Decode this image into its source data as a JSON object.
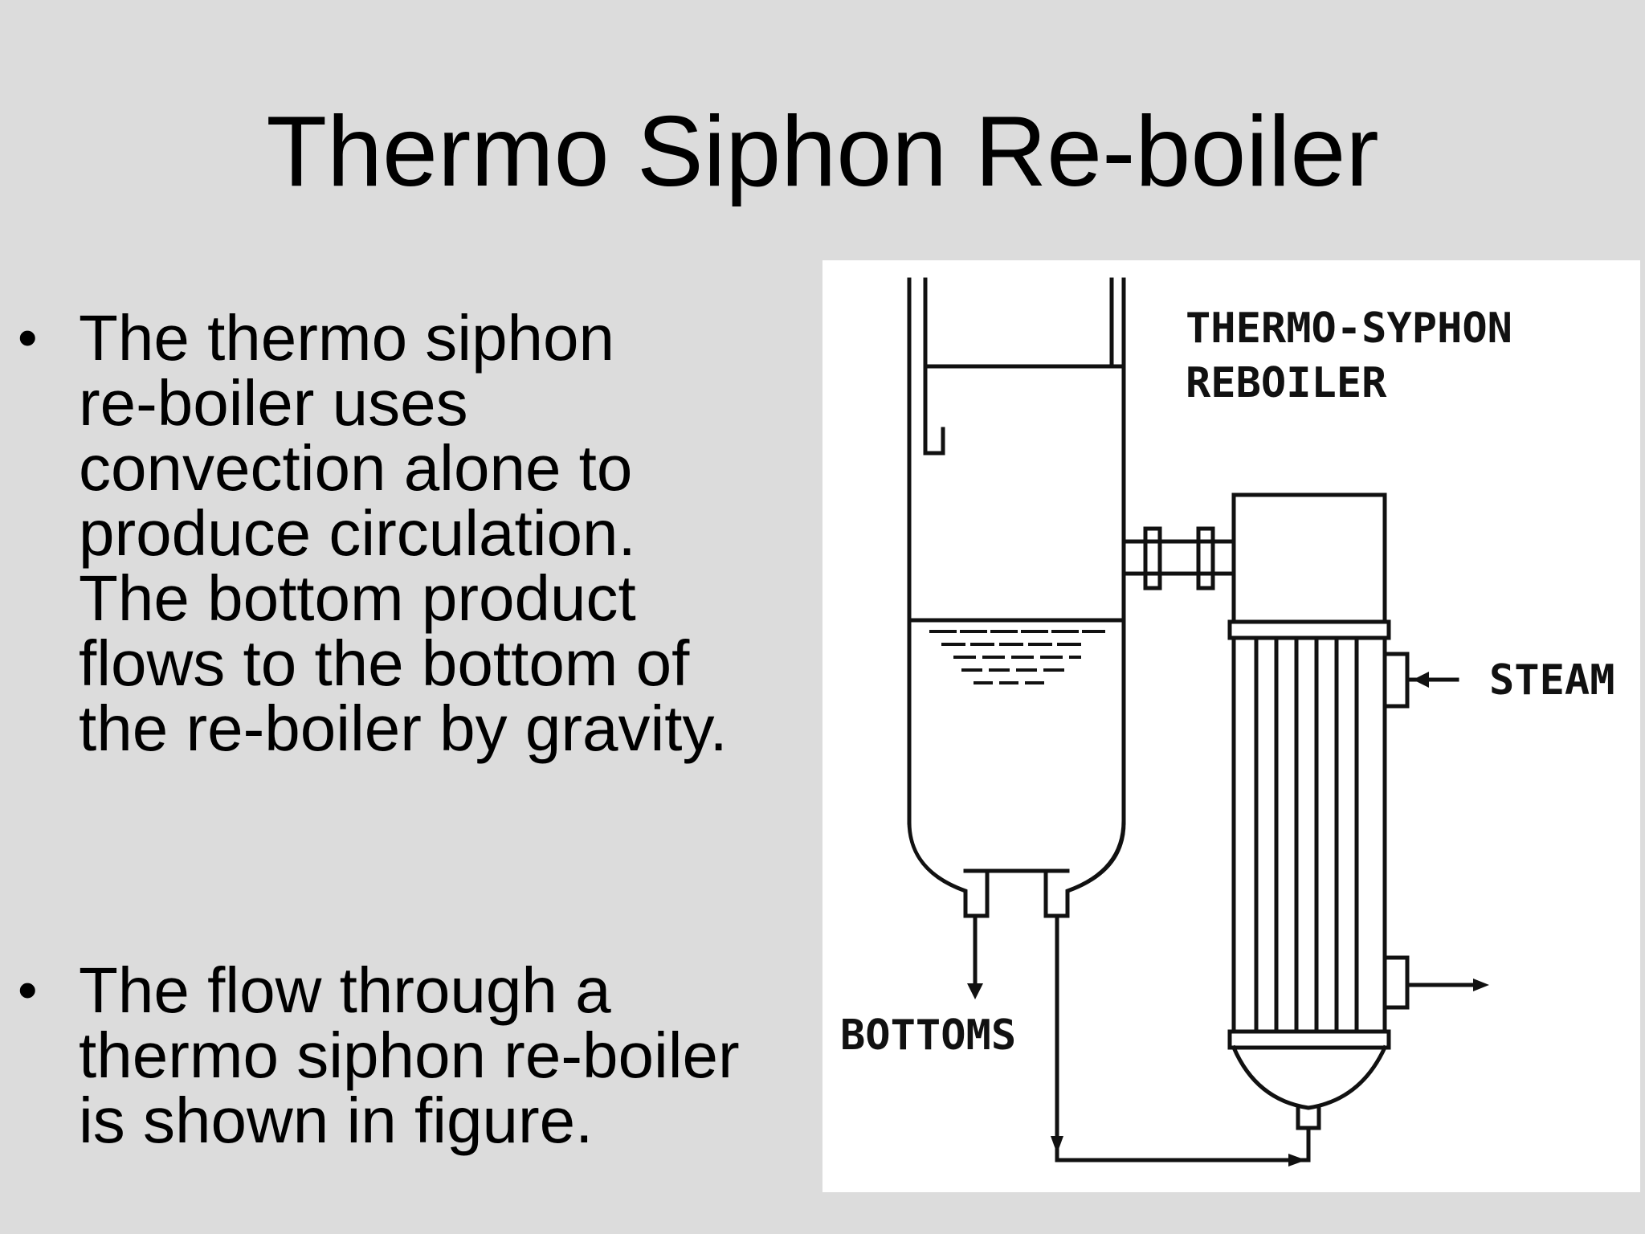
{
  "slide": {
    "title": "Thermo Siphon Re-boiler",
    "bullets": [
      {
        "marker": "•",
        "text": "The thermo siphon\nre-boiler uses\nconvection alone to\nproduce circulation.\nThe bottom product\nflows to the bottom of\nthe re-boiler by gravity."
      },
      {
        "marker": "•",
        "text": " The flow through a\nthermo siphon re-boiler\n is shown in figure."
      }
    ]
  },
  "figure": {
    "label_line1": "THERMO-SYPHON",
    "label_line2": "REBOILER",
    "steam_label": "STEAM",
    "bottoms_label": "BOTTOMS"
  }
}
